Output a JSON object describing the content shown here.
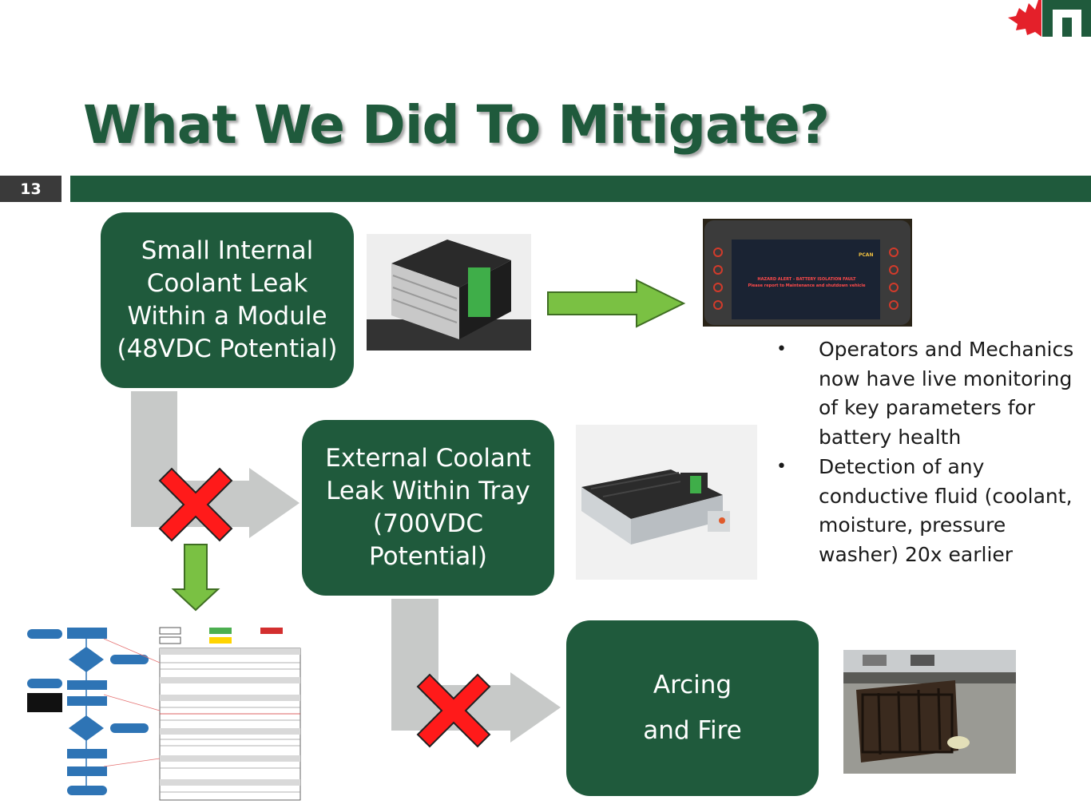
{
  "slide": {
    "title": "What We Did To Mitigate?",
    "number": "13"
  },
  "boxes": {
    "box1": [
      "Small Internal",
      "Coolant Leak",
      "Within a Module",
      "(48VDC Potential)"
    ],
    "box2": [
      "External Coolant",
      "Leak Within Tray",
      "(700VDC",
      "Potential)"
    ],
    "box3": [
      "Arcing",
      "and Fire"
    ]
  },
  "display": {
    "brand": "PCAN",
    "alert_line1": "HAZARD ALERT - BATTERY ISOLATION FAULT",
    "alert_line2": "Please report to Maintenance and shutdown vehicle"
  },
  "bullets": [
    "Operators and Mechanics now have live monitoring of key parameters for battery health",
    "Detection of any conductive fluid (coolant, moisture, pressure washer) 20x earlier"
  ],
  "colors": {
    "brand_green": "#1f5a3c",
    "arrow_green": "#7ac143",
    "arrow_gray": "#c7c9c8",
    "x_red": "#ff1a1a",
    "logo_red": "#e4202a"
  },
  "icons": [
    "maple-leaf-logo",
    "red-x-icon",
    "green-arrow-icon"
  ]
}
